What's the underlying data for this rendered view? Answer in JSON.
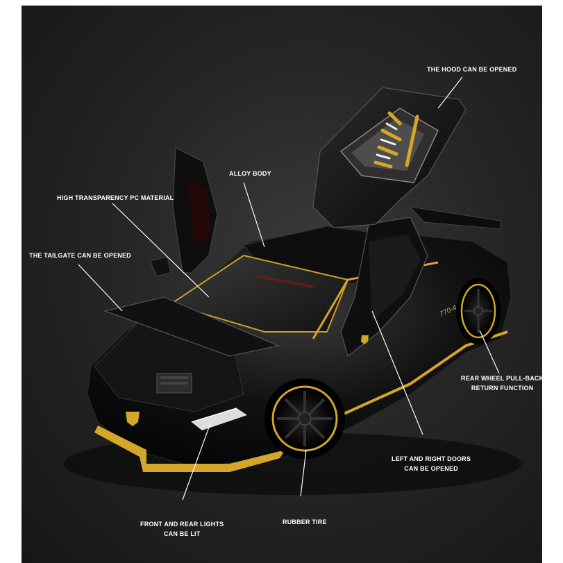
{
  "callouts": {
    "hood": "THE HOOD CAN BE OPENED",
    "alloy_body": "ALLOY BODY",
    "pc_material": "HIGH TRANSPARENCY PC MATERIAL",
    "tailgate": "THE TAILGATE CAN BE OPENED",
    "rear_wheel_line1": "REAR WHEEL PULL-BACK",
    "rear_wheel_line2": "RETURN FUNCTION",
    "doors_line1": "LEFT AND RIGHT DOORS",
    "doors_line2": "CAN BE OPENED",
    "lights_line1": "FRONT AND REAR LIGHTS",
    "lights_line2": "CAN BE LIT",
    "tire": "RUBBER TIRE"
  },
  "car": {
    "model_badge": "770-4",
    "body_color": "#0b0b0b",
    "accent_color": "#d4a62a"
  }
}
